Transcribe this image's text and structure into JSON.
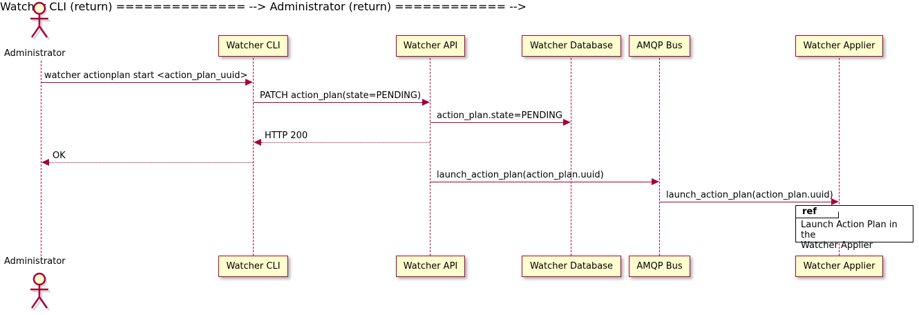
{
  "diagram": {
    "type": "uml-sequence-diagram",
    "colors": {
      "participant_fill": "#FEFECE",
      "participant_border": "#A80036",
      "arrow": "#A80036",
      "lifeline": "#A80036",
      "ref_border": "#000000",
      "background": "#FFFFFF",
      "text": "#000000"
    },
    "actors": [
      {
        "name": "administrator",
        "label": "Administrator",
        "kind": "actor"
      }
    ],
    "participants": [
      {
        "name": "watcher-cli",
        "label": "Watcher CLI"
      },
      {
        "name": "watcher-api",
        "label": "Watcher API"
      },
      {
        "name": "watcher-database",
        "label": "Watcher Database"
      },
      {
        "name": "amqp-bus",
        "label": "AMQP Bus"
      },
      {
        "name": "watcher-applier",
        "label": "Watcher Applier"
      }
    ],
    "messages": [
      {
        "index": 1,
        "from": "Administrator",
        "to": "Watcher CLI",
        "label": "watcher actionplan start <action_plan_uuid>",
        "style": "solid",
        "direction": "right"
      },
      {
        "index": 2,
        "from": "Watcher CLI",
        "to": "Watcher API",
        "label": "PATCH action_plan(state=PENDING)",
        "style": "solid",
        "direction": "right"
      },
      {
        "index": 3,
        "from": "Watcher API",
        "to": "Watcher Database",
        "label": "action_plan.state=PENDING",
        "style": "solid",
        "direction": "right"
      },
      {
        "index": 4,
        "from": "Watcher API",
        "to": "Watcher CLI",
        "label": "HTTP 200",
        "style": "dotted",
        "direction": "left"
      },
      {
        "index": 5,
        "from": "Watcher CLI",
        "to": "Administrator",
        "label": "OK",
        "style": "dotted",
        "direction": "left"
      },
      {
        "index": 6,
        "from": "Watcher API",
        "to": "AMQP Bus",
        "label": "launch_action_plan(action_plan.uuid)",
        "style": "solid",
        "direction": "right"
      },
      {
        "index": 7,
        "from": "AMQP Bus",
        "to": "Watcher Applier",
        "label": "launch_action_plan(action_plan.uuid)",
        "style": "solid",
        "direction": "right"
      }
    ],
    "fragments": [
      {
        "name": "ref-launch-action-plan",
        "keyword": "ref",
        "text": "Launch Action Plan in the\nWatcher Applier",
        "over": "Watcher Applier"
      }
    ]
  }
}
